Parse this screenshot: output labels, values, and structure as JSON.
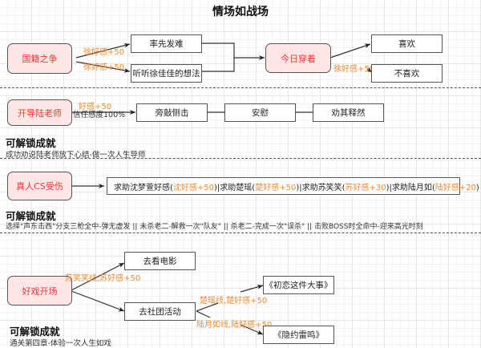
{
  "title": "情场如战场",
  "section1": {
    "start": "国籍之争",
    "edge_label_top": "徐好感+50",
    "edge_label_bottom": "徐好感+50",
    "option_a": "率先发难",
    "option_b": "听听徐佳佳的想法",
    "middle": "今日穿着",
    "edge_label_right": "徐好感+50",
    "result_a": "喜欢",
    "result_b": "不喜欢"
  },
  "section2": {
    "start": "开导陆老师",
    "edge_label_orange": "好感+50",
    "edge_label_dark": "信任感度100%",
    "steps": [
      "旁敲侧击",
      "安慰",
      "劝其释然"
    ],
    "achievement_title": "可解锁成就",
    "achievement_desc": "成功劝说陆老师放下心结-做一次人生导师"
  },
  "section3": {
    "start": "真人CS受伤",
    "options": [
      {
        "text": "求助沈梦萱好感(",
        "bonus": "沈好感+50",
        "close": ")|"
      },
      {
        "text": "求助楚瑶(",
        "bonus": "楚好感+50",
        "close": ")|"
      },
      {
        "text": "求助苏笑笑(",
        "bonus": "苏好感+30",
        "close": ")|"
      },
      {
        "text": "求助陆月如(",
        "bonus": "陆好感+20",
        "close": ")"
      }
    ],
    "achievement_title": "可解锁成就",
    "achievement_desc": "选择\"声东击西\"分支三枪全中-弹无虚发 || 未杀老二-解救一次\"队友\" || 杀老二-完成一次\"误杀\" || 击败BOSS时全命中-迎来高光时刻"
  },
  "section4": {
    "start": "好戏开场",
    "edge_label_top": "苏笑笑线,苏好感+50",
    "option_a": "去看电影",
    "option_b": "去社团活动",
    "edge_label_b_top": "楚瑶线,楚好感+50",
    "edge_label_b_bottom": "陆月如线,陆好感+50",
    "result_a": "《初恋这件大事》",
    "result_b": "《隐约雷鸣》",
    "achievement_title": "可解锁成就",
    "achievement_desc": "通关第四章-体验一次人生如戏"
  }
}
